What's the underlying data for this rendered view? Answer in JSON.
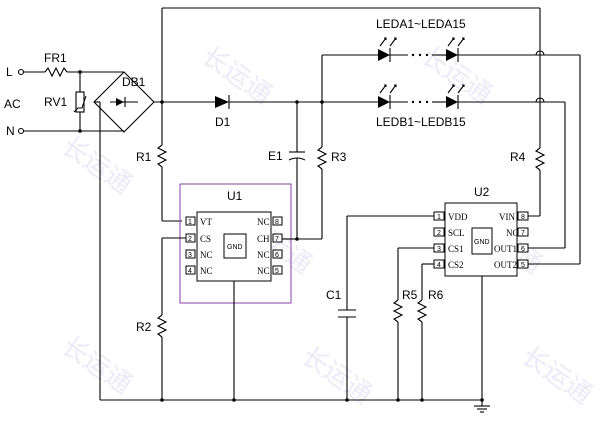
{
  "labels": {
    "L": "L",
    "N": "N",
    "AC": "AC",
    "FR1": "FR1",
    "RV1": "RV1",
    "DB1": "DB1",
    "D1": "D1",
    "R1": "R1",
    "R2": "R2",
    "R3": "R3",
    "R4": "R4",
    "R5": "R5",
    "R6": "R6",
    "E1": "E1",
    "C1": "C1",
    "U1": "U1",
    "U2": "U2",
    "LEDA": "LEDA1~LEDA15",
    "LEDB": "LEDB1~LEDB15"
  },
  "u1": {
    "gnd": "GND",
    "left_pins": [
      {
        "num": "1",
        "name": "VT"
      },
      {
        "num": "2",
        "name": "CS"
      },
      {
        "num": "3",
        "name": "NC"
      },
      {
        "num": "4",
        "name": "NC"
      }
    ],
    "right_pins": [
      {
        "num": "8",
        "name": "NC"
      },
      {
        "num": "7",
        "name": "CH"
      },
      {
        "num": "6",
        "name": "NC"
      },
      {
        "num": "5",
        "name": "NC"
      }
    ]
  },
  "u2": {
    "gnd": "GND",
    "left_pins": [
      {
        "num": "1",
        "name": "VDD"
      },
      {
        "num": "2",
        "name": "SCL"
      },
      {
        "num": "3",
        "name": "CS1"
      },
      {
        "num": "4",
        "name": "CS2"
      }
    ],
    "right_pins": [
      {
        "num": "8",
        "name": "VIN"
      },
      {
        "num": "7",
        "name": "NC"
      },
      {
        "num": "6",
        "name": "OUT1"
      },
      {
        "num": "5",
        "name": "OUT2"
      }
    ]
  },
  "colors": {
    "wire": "#000000",
    "u1_outline": "#8a3fa8",
    "watermark": "#c9c6e6"
  }
}
